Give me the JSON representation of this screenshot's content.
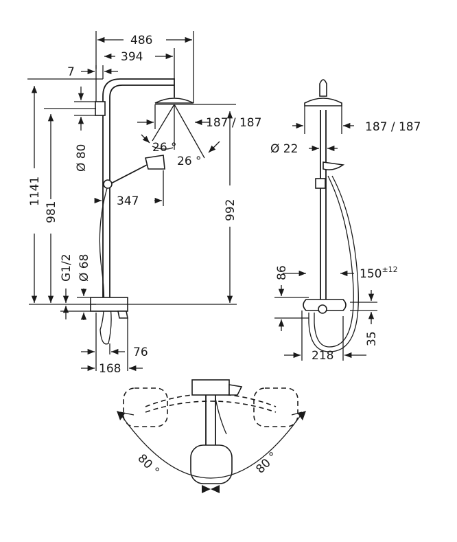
{
  "front_view": {
    "width_486": "486",
    "width_394": "394",
    "offset_7": "7",
    "head_187": "187 / 187",
    "angle_left": "26 °",
    "angle_right": "26 °",
    "arm_347": "347",
    "diam_80": "Ø 80",
    "height_1141": "1141",
    "height_981": "981",
    "height_992": "992",
    "thread": "G1/2",
    "diam_68": "Ø 68",
    "depth_76": "76",
    "depth_168": "168"
  },
  "side_view": {
    "head_187": "187 / 187",
    "diam_22": "Ø 22",
    "height_86": "86",
    "dist_150": "150",
    "tolerance": "±12",
    "height_35": "35",
    "width_218": "218"
  },
  "top_view": {
    "angle_left": "80 °",
    "angle_right": "80 °"
  }
}
